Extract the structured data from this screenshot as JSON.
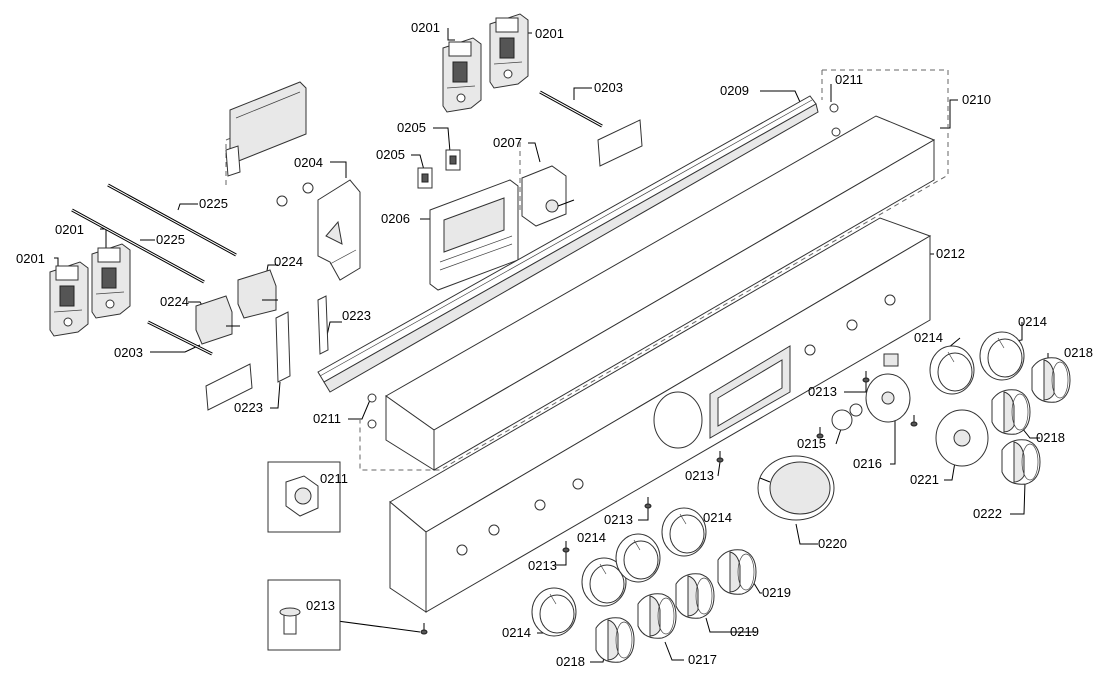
{
  "diagram": {
    "labels": {
      "l0201a": "0201",
      "l0201b": "0201",
      "l0201c": "0201",
      "l0201d": "0201",
      "l0203a": "0203",
      "l0203b": "0203",
      "l0204": "0204",
      "l0205a": "0205",
      "l0205b": "0205",
      "l0206": "0206",
      "l0207": "0207",
      "l0209": "0209",
      "l0210": "0210",
      "l0211a": "0211",
      "l0211b": "0211",
      "l0211c": "0211",
      "l0212": "0212",
      "l0213a": "0213",
      "l0213b": "0213",
      "l0213c": "0213",
      "l0213d": "0213",
      "l0213e": "0213",
      "l0214a": "0214",
      "l0214b": "0214",
      "l0214c": "0214",
      "l0214d": "0214",
      "l0214e": "0214",
      "l0215": "0215",
      "l0216": "0216",
      "l0217": "0217",
      "l0218a": "0218",
      "l0218b": "0218",
      "l0218c": "0218",
      "l0219a": "0219",
      "l0219b": "0219",
      "l0220": "0220",
      "l0221": "0221",
      "l0222": "0222",
      "l0223a": "0223",
      "l0223b": "0223",
      "l0224a": "0224",
      "l0224b": "0224",
      "l0225a": "0225",
      "l0225b": "0225"
    }
  }
}
